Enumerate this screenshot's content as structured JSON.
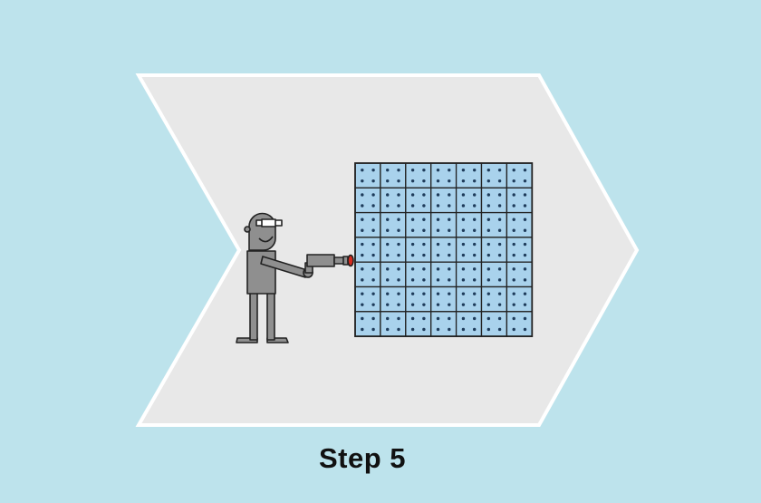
{
  "step": {
    "label": "Step 5"
  },
  "colors": {
    "background": "#bde3ec",
    "chevron_fill": "#e8e8e8",
    "chevron_stroke": "#ffffff",
    "panel_cell": "#a9d2ec",
    "panel_dots": "#1e3b5a",
    "robot_body": "#8f8f8f",
    "outline": "#222222",
    "drill_tip": "#d42a1e"
  },
  "panel": {
    "columns": 7,
    "rows": 7,
    "dots_per_cell": 4
  },
  "icons": {
    "figure": "robot-worker-icon",
    "tool": "power-drill-icon",
    "panel": "tiled-panel-icon"
  }
}
